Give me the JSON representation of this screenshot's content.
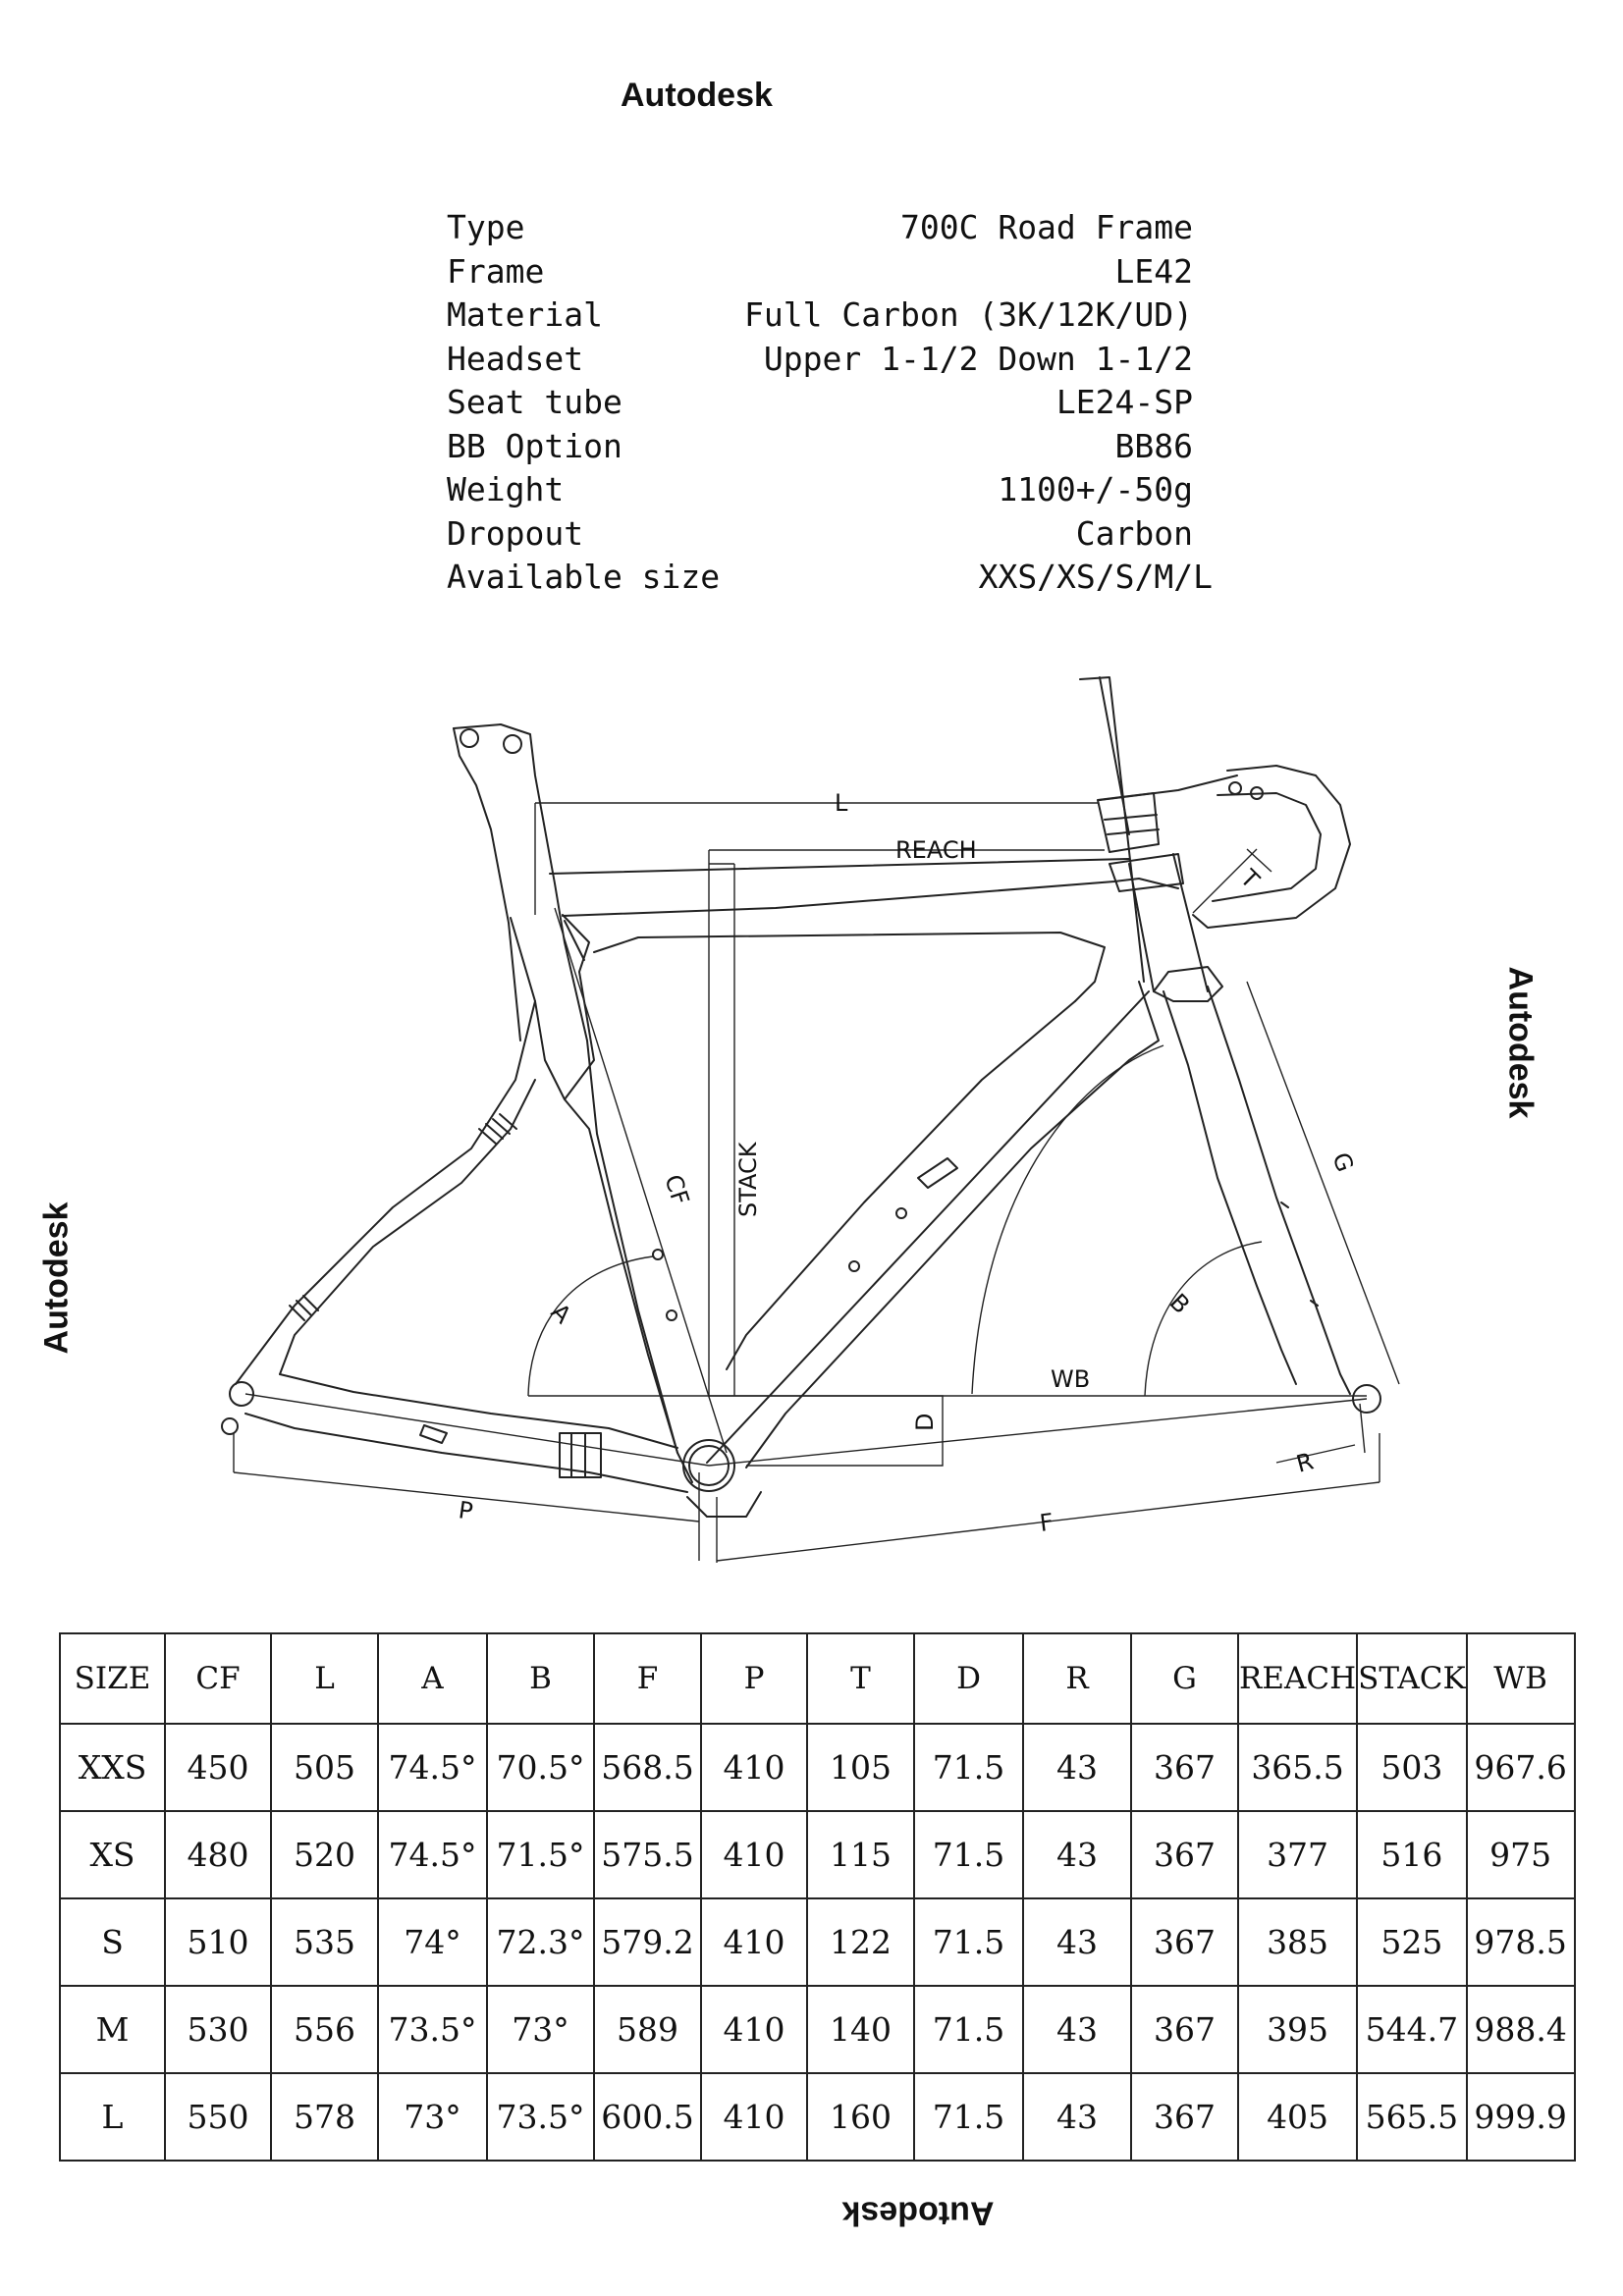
{
  "watermarks": {
    "top": "Autodesk",
    "right": "Autodesk",
    "left": "Autodesk",
    "bottom": "Autodesk"
  },
  "specs": [
    {
      "label": "Type",
      "value": "700C Road Frame"
    },
    {
      "label": "Frame",
      "value": "LE42"
    },
    {
      "label": "Material",
      "value": "Full Carbon (3K/12K/UD)"
    },
    {
      "label": "Headset",
      "value": "Upper 1-1/2 Down 1-1/2"
    },
    {
      "label": "Seat tube",
      "value": "LE24-SP"
    },
    {
      "label": "BB Option",
      "value": "BB86"
    },
    {
      "label": "Weight",
      "value": "1100+/-50g"
    },
    {
      "label": "Dropout",
      "value": "Carbon"
    },
    {
      "label": "Available size",
      "value": "XXS/XS/S/M/L"
    }
  ],
  "diagram": {
    "labels": {
      "L": "L",
      "REACH": "REACH",
      "STACK": "STACK",
      "CF": "CF",
      "A": "A",
      "B": "B",
      "T": "T",
      "G": "G",
      "WB": "WB",
      "D": "D",
      "R": "R",
      "P": "P",
      "F": "F"
    }
  },
  "table": {
    "headers": [
      "SIZE",
      "CF",
      "L",
      "A",
      "B",
      "F",
      "P",
      "T",
      "D",
      "R",
      "G",
      "REACH",
      "STACK",
      "WB"
    ],
    "rows": [
      [
        "XXS",
        "450",
        "505",
        "74.5°",
        "70.5°",
        "568.5",
        "410",
        "105",
        "71.5",
        "43",
        "367",
        "365.5",
        "503",
        "967.6"
      ],
      [
        "XS",
        "480",
        "520",
        "74.5°",
        "71.5°",
        "575.5",
        "410",
        "115",
        "71.5",
        "43",
        "367",
        "377",
        "516",
        "975"
      ],
      [
        "S",
        "510",
        "535",
        "74°",
        "72.3°",
        "579.2",
        "410",
        "122",
        "71.5",
        "43",
        "367",
        "385",
        "525",
        "978.5"
      ],
      [
        "M",
        "530",
        "556",
        "73.5°",
        "73°",
        "589",
        "410",
        "140",
        "71.5",
        "43",
        "367",
        "395",
        "544.7",
        "988.4"
      ],
      [
        "L",
        "550",
        "578",
        "73°",
        "73.5°",
        "600.5",
        "410",
        "160",
        "71.5",
        "43",
        "367",
        "405",
        "565.5",
        "999.9"
      ]
    ]
  }
}
